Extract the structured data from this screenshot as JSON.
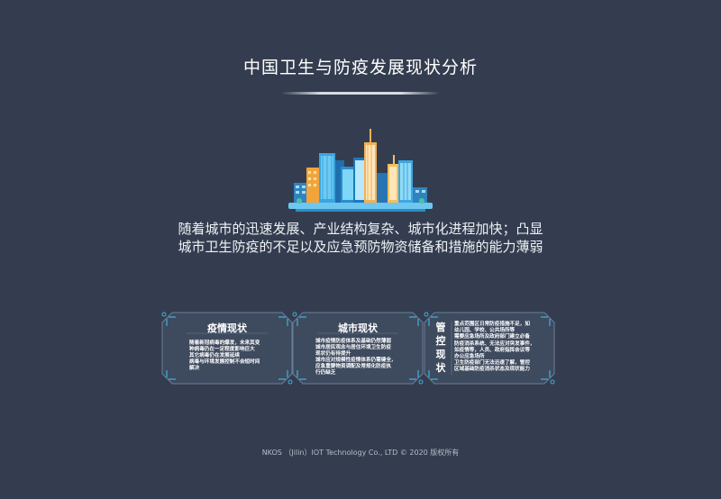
{
  "page": {
    "title": "中国卫生与防疫发展现状分析",
    "intro_line1": "随着城市的迅速发展、产业结构复杂、城市化进程加快；凸显",
    "intro_line2": "城市卫生防疫的不足以及应急预防物资储备和措施的能力薄弱"
  },
  "cards": [
    {
      "title": "疫情现状",
      "lines": [
        "随着新冠病毒的爆发，未来其变",
        "种病毒仍在一定程度影响巨大",
        "其它病毒仍在发展延续",
        "病毒与环境发展控制不会短时间",
        "解决"
      ]
    },
    {
      "title": "城市现状",
      "lines": [
        "城市疫情防疫体系及基础仍然薄弱",
        "城市居民观念与居住环境卫生防疫",
        "现状仍有待提升",
        "城市应对规模性疫情体系仍需健全，",
        "应急重要物资调配及常规化防疫执",
        "行仍缺乏"
      ]
    },
    {
      "title": "管控现状",
      "lines": [
        "重点范围区日常防疫措施不足，如",
        "幼儿园、学校、公共场所等",
        "需要应急场所及政府部门建立必备",
        "防疫消杀系统、无法应对突发事件，",
        "如疫情等，人员、政府指挥会议等",
        "办公应急场所",
        "卫生防疫部门无法迅速了解，管控",
        "区域基础防疫消杀状态及现状能力"
      ]
    }
  ],
  "footer": {
    "copyright": "NKOS （Jilin）IOT Technology Co., LTD © 2020  版权所有"
  },
  "colors": {
    "background": "#343d4f",
    "card_fill": "#3e4a5e",
    "card_border": "#6b7e98",
    "accent": "#3fb0e0"
  },
  "icons": [
    "city-skyline-illustration"
  ]
}
